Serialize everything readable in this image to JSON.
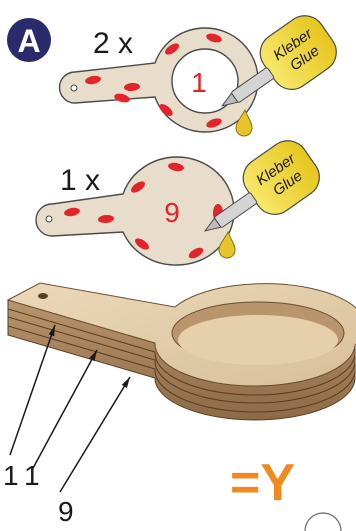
{
  "step": {
    "letter": "A",
    "badge_color": "#2b2a6c"
  },
  "parts": [
    {
      "quantity_label": "2 x",
      "part_number": "1",
      "shape": "ring"
    },
    {
      "quantity_label": "1 x",
      "part_number": "9",
      "shape": "disc"
    }
  ],
  "glue": {
    "line1": "Kleber",
    "line2": "Glue",
    "color": "#f2dd3c"
  },
  "callouts": [
    "1",
    "1",
    "9"
  ],
  "result": {
    "label": "=Y",
    "color": "#ef8a21"
  },
  "colors": {
    "wood": "#e8dccb",
    "glue_dots": "#e3242b",
    "outline": "#4a4a4a"
  }
}
